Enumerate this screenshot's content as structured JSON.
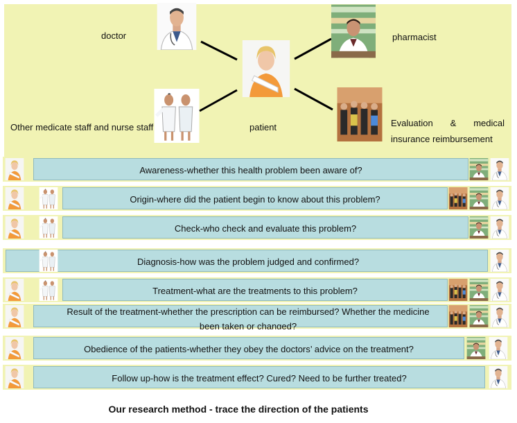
{
  "top": {
    "doctor_label": "doctor",
    "pharmacist_label": "pharmacist",
    "staff_label": "Other medicate staff and nurse staff",
    "patient_label": "patient",
    "evaluation_label": "Evaluation   &   medical insurance reimbursement"
  },
  "rows": [
    {
      "text": "Awareness-whether this health problem been aware of?"
    },
    {
      "text": "Origin-where did the patient begin to know about this problem?"
    },
    {
      "text": "Check-who check and evaluate this problem?"
    },
    {
      "text": "Diagnosis-how was the problem judged and confirmed?"
    },
    {
      "text": "Treatment-what are the treatments to this problem?"
    },
    {
      "text": "Result of the treatment-whether the prescription can be reimbursed? Whether the medicine been taken or changed?"
    },
    {
      "text": "Obedience of the patients-whether they obey the doctors’ advice on the treatment?"
    },
    {
      "text": "Follow up-how is the treatment effect? Cured? Need to be further treated?"
    }
  ],
  "caption": "Our research method - trace the direction of the patients",
  "colors": {
    "top_panel": "#f1f3b4",
    "row_bar": "#b8dde0"
  },
  "icons": [
    "doctor-photo",
    "nurse-staff-photo",
    "patient-photo",
    "pharmacist-photo",
    "evaluation-group-photo"
  ]
}
